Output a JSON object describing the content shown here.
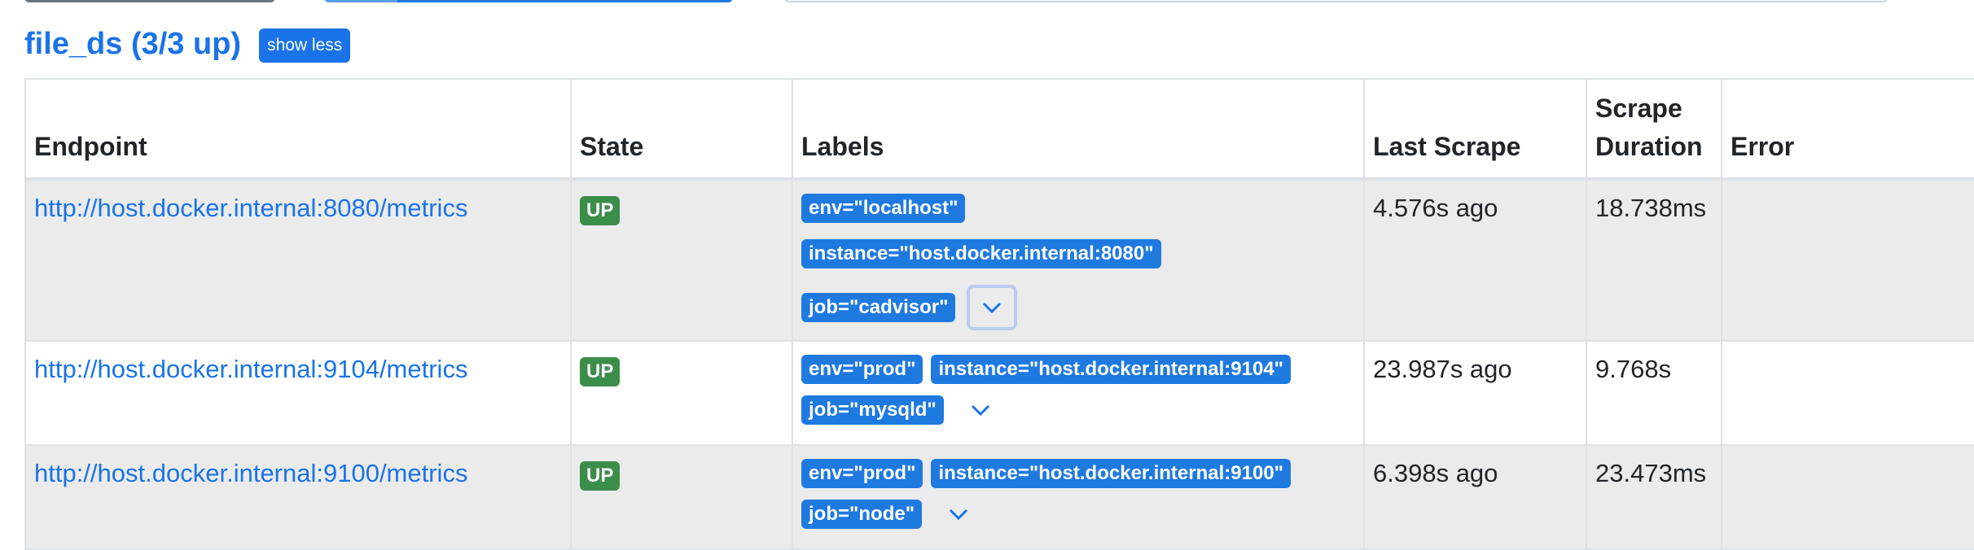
{
  "pool": {
    "title": "file_ds (3/3 up)",
    "toggle_label": "show less"
  },
  "columns": {
    "endpoint": "Endpoint",
    "state": "State",
    "labels": "Labels",
    "last_scrape": "Last Scrape",
    "scrape_duration_line1": "Scrape",
    "scrape_duration_line2": "Duration",
    "error": "Error"
  },
  "targets": [
    {
      "endpoint": "http://host.docker.internal:8080/metrics",
      "state": "UP",
      "labels": [
        "env=\"localhost\"",
        "instance=\"host.docker.internal:8080\"",
        "job=\"cadvisor\""
      ],
      "last_scrape": "4.576s ago",
      "scrape_duration": "18.738ms",
      "error": ""
    },
    {
      "endpoint": "http://host.docker.internal:9104/metrics",
      "state": "UP",
      "labels": [
        "env=\"prod\"",
        "instance=\"host.docker.internal:9104\"",
        "job=\"mysqld\""
      ],
      "last_scrape": "23.987s ago",
      "scrape_duration": "9.768s",
      "error": ""
    },
    {
      "endpoint": "http://host.docker.internal:9100/metrics",
      "state": "UP",
      "labels": [
        "env=\"prod\"",
        "instance=\"host.docker.internal:9100\"",
        "job=\"node\""
      ],
      "last_scrape": "6.398s ago",
      "scrape_duration": "23.473ms",
      "error": ""
    }
  ],
  "colors": {
    "link_blue": "#1a73e8",
    "badge_blue": "#1f7ae0",
    "up_green": "#3b8d4a",
    "stripe_gray": "#ebebeb",
    "border": "#dee2e6"
  },
  "icons": {
    "expand": "chevron-down-icon"
  }
}
